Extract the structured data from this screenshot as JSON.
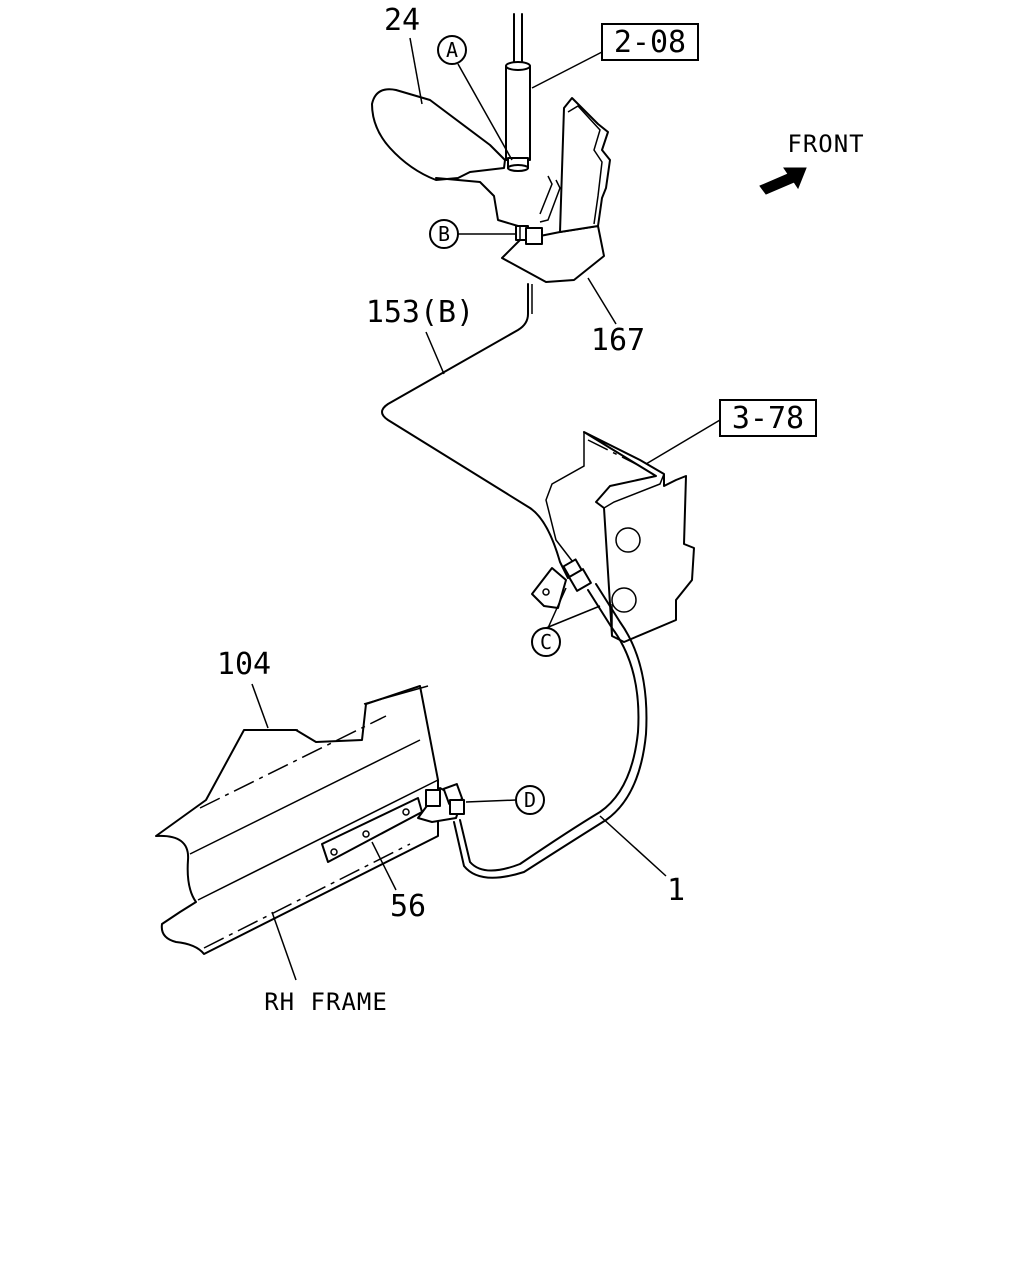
{
  "labels": {
    "part_24": "24",
    "part_153b": "153(B)",
    "part_167": "167",
    "part_104": "104",
    "part_56": "56",
    "part_1": "1",
    "ref_2_08": "2-08",
    "ref_3_78": "3-78",
    "front": "FRONT",
    "rh_frame": "RH FRAME",
    "callout_a": "A",
    "callout_b": "B",
    "callout_c": "C",
    "callout_d": "D"
  },
  "icons": {
    "front_arrow": "front-direction-arrow"
  }
}
